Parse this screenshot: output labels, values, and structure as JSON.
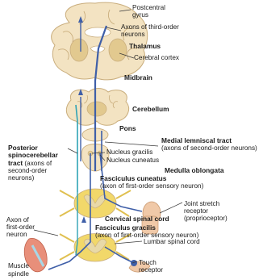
{
  "labels": {
    "postcentral_gyrus": [
      "Postcentral",
      "gyrus"
    ],
    "axons_third_order": [
      "Axons of third-order",
      "neurons"
    ],
    "thalamus": "Thalamus",
    "cerebral_cortex": "Cerebral cortex",
    "midbrain": "Midbrain",
    "cerebellum": "Cerebellum",
    "pons": "Pons",
    "medial_lemniscal": "Medial lemniscal tract",
    "medial_lemniscal_sub": "(axons of second-order neurons)",
    "posterior_spino": [
      "Posterior",
      "spinocerebellar",
      "tract"
    ],
    "posterior_spino_sub": [
      " (axons of",
      "second-order",
      "neurons)"
    ],
    "nucleus_gracilis": "Nucleus gracilis",
    "nucleus_cuneatus": "Nucleus cuneatus",
    "medulla": "Medulla oblongata",
    "fasciculus_cuneatus": "Fasciculus cuneatus",
    "fasciculus_cuneatus_sub": "(axon of first-order sensory neuron)",
    "joint_stretch": [
      "Joint stretch",
      "receptor",
      "(proprioceptor)"
    ],
    "cervical": "Cervical spinal cord",
    "fasciculus_gracilis": "Fasciculus gracilis",
    "fasciculus_gracilis_sub": "(axon of first-order sensory neuron)",
    "axon_first_order": [
      "Axon of",
      "first-order",
      "neuron"
    ],
    "lumbar": "Lumbar spinal cord",
    "touch_receptor": [
      "Touch",
      "receptor"
    ],
    "muscle_spindle": [
      "Muscle",
      "spindle"
    ]
  },
  "colors": {
    "tissue": "#f3e3c2",
    "tissue_edge": "#c9ad7c",
    "gray_matter": "#e2c98f",
    "cord_gray": "#e8d9a8",
    "pathway_blue": "#3f5fa8",
    "pathway_teal": "#2fa3b5",
    "cord_yellow": "#f2d86a",
    "skin": "#f0c9a8"
  }
}
